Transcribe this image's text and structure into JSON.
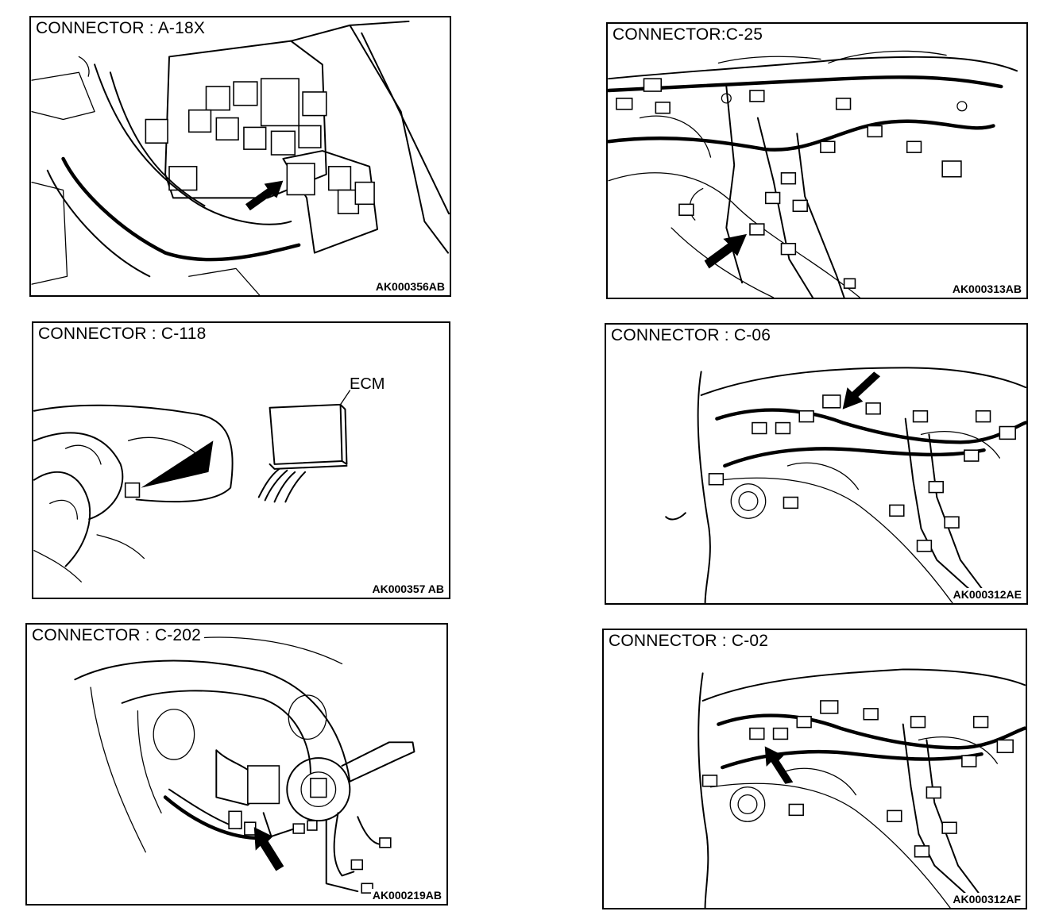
{
  "panels": [
    {
      "title": "CONNECTOR : A-18X",
      "code": "AK000356AB"
    },
    {
      "title": "CONNECTOR:C-25",
      "code": "AK000313AB"
    },
    {
      "title": "CONNECTOR : C-118",
      "code": "AK000357 AB",
      "label": "ECM"
    },
    {
      "title": "CONNECTOR : C-06",
      "code": "AK000312AE"
    },
    {
      "title": "CONNECTOR : C-202",
      "code": "AK000219AB"
    },
    {
      "title": "CONNECTOR : C-02",
      "code": "AK000312AF"
    }
  ],
  "icons": {
    "arrow": "locator-arrow-icon",
    "connector": "connector-icon"
  }
}
